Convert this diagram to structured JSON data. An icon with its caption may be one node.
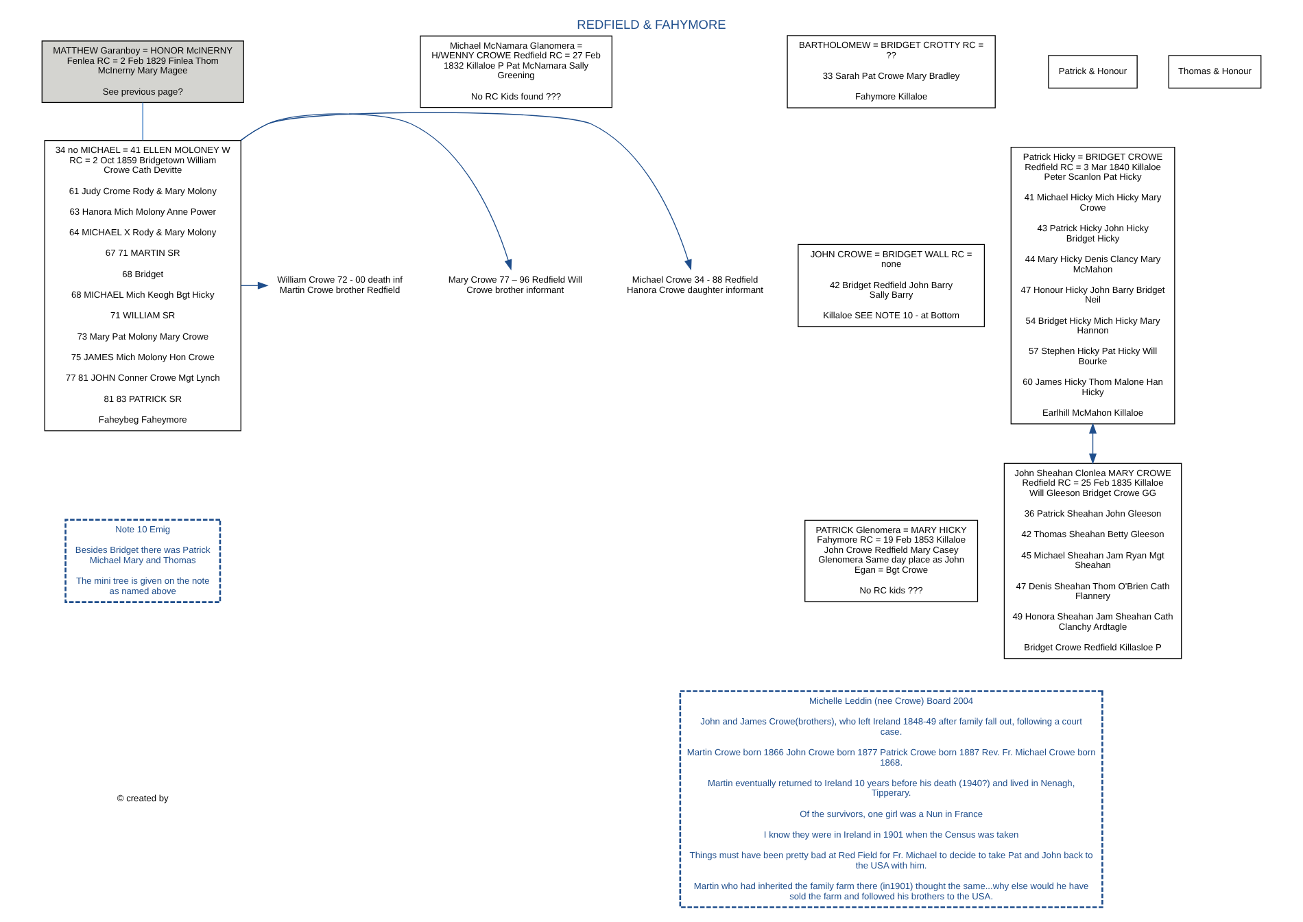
{
  "diagram": {
    "title": "REDFIELD & FAHYMORE",
    "nodes": [
      {
        "text": [
          "MATTHEW Garanboy = HONOR McINERNY Fenlea RC = 2 Feb 1829 Finlea Thom McInerny Mary Magee",
          "See previous page?"
        ]
      },
      {
        "text": [
          "Michael Crowe 34 - 88 Redfield Hanora Crowe daughter informant"
        ]
      },
      {
        "text": [
          "34 no MICHAEL = 41 ELLEN MOLONEY W RC = 2 Oct 1859 Bridgetown William Crowe Cath Devitte",
          "61 Judy Crome Rody & Mary Molony",
          "63 Hanora Mich Molony Anne Power",
          "64 MICHAEL X Rody & Mary Molony",
          "67 71 MARTIN SR",
          "68 Bridget",
          "68 MICHAEL Mich Keogh Bgt Hicky",
          "71 WILLIAM SR",
          "73 Mary Pat Molony Mary Crowe",
          "75 JAMES Mich Molony Hon Crowe",
          "77 81 JOHN Conner Crowe Mgt Lynch",
          "81 83 PATRICK SR",
          "Faheybeg Faheymore"
        ]
      },
      {
        "text": [
          "Mary Crowe 77 – 96 Redfield Will Crowe brother informant"
        ]
      },
      {
        "text": [
          "William Crowe 72 - 00 death inf Martin Crowe brother Redfield"
        ]
      },
      {
        "text": [
          "Michael McNamara Glanomera = H/WENNY CROWE Redfield RC = 27 Feb 1832 Killaloe P Pat McNamara Sally Greening",
          "No RC Kids found ???"
        ]
      },
      {
        "text": [
          "BARTHOLOMEW = BRIDGET CROTTY RC = ??",
          "33 Sarah Pat Crowe Mary Bradley",
          "Fahymore Killaloe"
        ]
      },
      {
        "text": [
          "JOHN CROWE = BRIDGET WALL RC = none",
          "42 Bridget Redfield John Barry Sally Barry",
          "Killaloe SEE NOTE 10 - at Bottom"
        ]
      },
      {
        "text": [
          "PATRICK Glenomera = MARY HICKY Fahymore RC = 19 Feb 1853 Killaloe John Crowe Redfield Mary Casey Glenomera Same day place as John Egan = Bgt Crowe",
          "No RC kids ???"
        ]
      },
      {
        "text": [
          "Patrick & Honour"
        ]
      },
      {
        "text": [
          "Patrick Hicky = BRIDGET CROWE Redfield RC = 3 Mar 1840 Killaloe Peter Scanlon Pat Hicky",
          "41 Michael Hicky Mich Hicky Mary Crowe",
          "43 Patrick Hicky John Hicky Bridget Hicky",
          "44 Mary Hicky Denis Clancy Mary McMahon",
          "47 Honour Hicky John Barry Bridget Neil",
          "54 Bridget Hicky Mich Hicky Mary Hannon",
          "57 Stephen Hicky Pat Hicky Will Bourke",
          "60 James Hicky Thom Malone Han Hicky",
          "Earlhill McMahon Killaloe"
        ]
      },
      {
        "text": [
          "Thomas & Honour"
        ]
      },
      {
        "text": [
          "John Sheahan Clonlea MARY CROWE Redfield RC = 25 Feb 1835 Killaloe Will Gleeson Bridget Crowe GG",
          "36 Patrick Sheahan John Gleeson",
          "42 Thomas Sheahan Betty Gleeson",
          "45 Michael Sheahan Jam Ryan Mgt Sheahan",
          "47 Denis Sheahan Thom O'Brien Cath Flannery",
          "49 Honora Sheahan Jam Sheahan Cath Clanchy Ardtagle",
          "Bridget Crowe Redfield Killasloe P"
        ]
      },
      {
        "text": [
          "Note 10 Emig",
          "Besides Bridget there was Patrick Michael Mary and Thomas",
          "The mini tree is given on the note as named above"
        ]
      },
      {
        "text": [
          "Michelle Leddin (nee Crowe) Board 2004",
          "John and James Crowe(brothers), who left Ireland 1848-49 after family fall out, following a court case.",
          "Martin Crowe born 1866 John Crowe born 1877 Patrick Crowe born 1887 Rev. Fr. Michael Crowe born 1868.",
          "Martin eventually returned to Ireland 10 years before his death (1940?) and lived in Nenagh, Tipperary.",
          "Of the survivors, one girl was a Nun in France",
          "I know they were in Ireland in 1901 when the Census was taken",
          "Things must have been pretty bad at Red Field for Fr. Michael to decide to take Pat and John back to the USA with him.",
          "Martin who had inherited the family farm there (in1901) thought the same...why else would he have sold the farm and followed his brothers to the USA."
        ]
      }
    ],
    "edges": [
      {
        "from": 0,
        "to": 2,
        "arrow": "none",
        "color": "#2a6fbf"
      },
      {
        "from": 2,
        "to": 1,
        "arrow": "to"
      },
      {
        "from": 2,
        "to": 3,
        "arrow": "to"
      },
      {
        "from": 2,
        "to": 4,
        "arrow": "to"
      },
      {
        "from": 10,
        "to": 12,
        "arrow": "both"
      }
    ],
    "labels": [
      "© created by"
    ]
  }
}
